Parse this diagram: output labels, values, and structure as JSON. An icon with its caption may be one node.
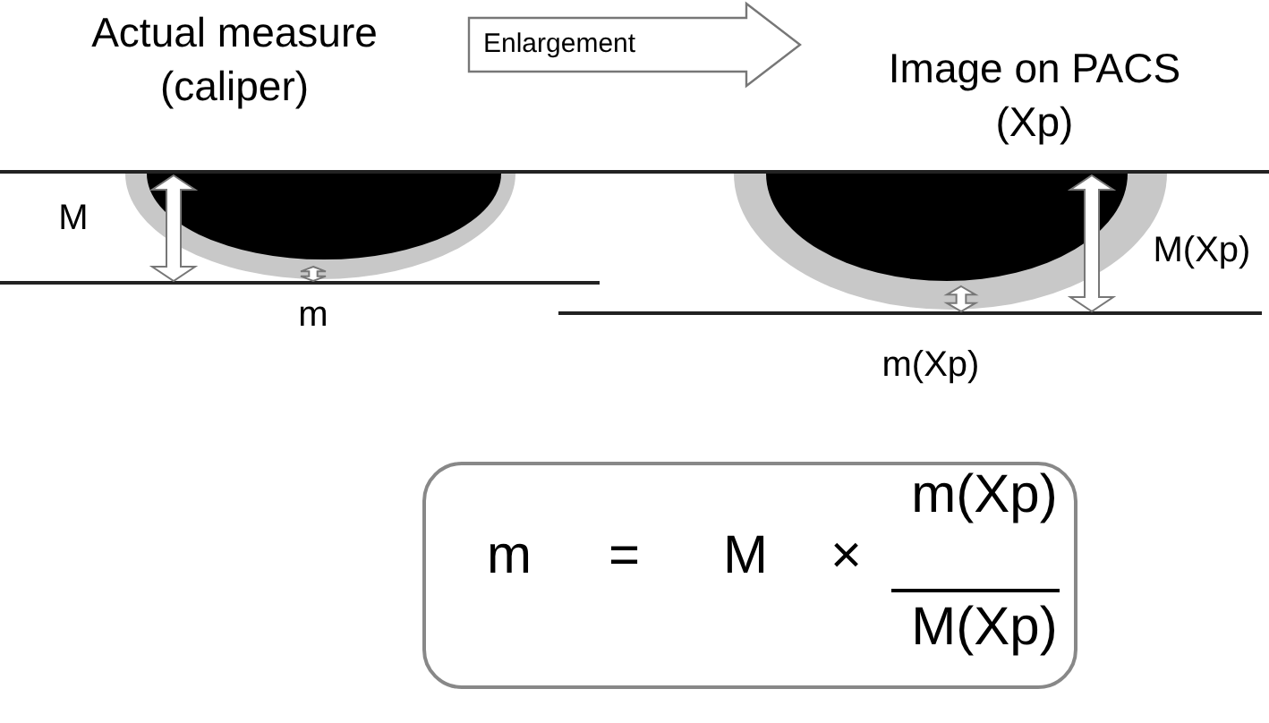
{
  "diagram": {
    "nodes": [
      {
        "text": [
          "Actual measure (caliper)"
        ]
      },
      {
        "text": [
          "Image on PACS (Xp)"
        ]
      },
      {
        "text": [
          "m",
          "=",
          "M",
          "×",
          "m(Xp)",
          "M(Xp)"
        ]
      }
    ],
    "edges": [
      {
        "from": 0,
        "to": 1,
        "arrow": "to",
        "label": "Enlargement"
      }
    ],
    "labels": [
      "M",
      "m",
      "M(Xp)",
      "m(Xp)"
    ]
  }
}
